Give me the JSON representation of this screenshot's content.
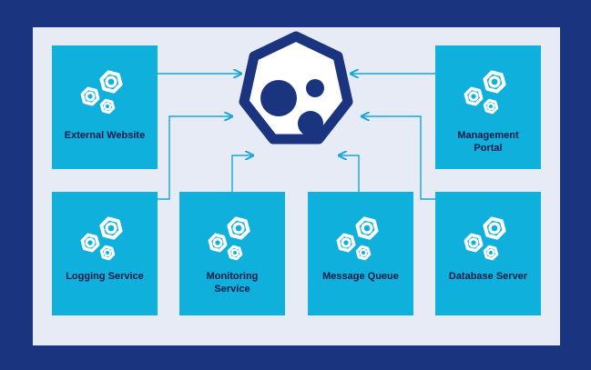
{
  "colors": {
    "frame": "#1b3480",
    "panel": "#e7ebf6",
    "box": "#0fb0dc",
    "connector": "#18a6d6",
    "hub": "#1b3480",
    "label": "#0c1a48"
  },
  "hub": {
    "icon": "heptagon-hub-icon"
  },
  "boxes": {
    "external_website": {
      "label": "External Website",
      "icon": "hex-nuts-icon"
    },
    "management_portal": {
      "label": "Management\nPortal",
      "icon": "hex-nuts-icon"
    },
    "logging_service": {
      "label": "Logging Service",
      "icon": "hex-nuts-icon"
    },
    "monitoring_service": {
      "label": "Monitoring\nService",
      "icon": "hex-nuts-icon"
    },
    "message_queue": {
      "label": "Message Queue",
      "icon": "hex-nuts-icon"
    },
    "database_server": {
      "label": "Database Server",
      "icon": "hex-nuts-icon"
    }
  }
}
